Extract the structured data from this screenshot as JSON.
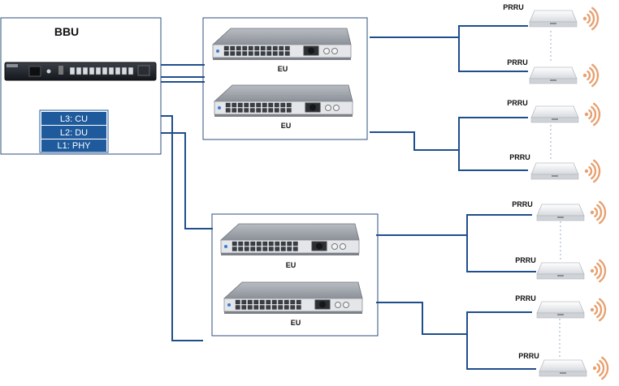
{
  "bbu": {
    "title": "BBU",
    "layers": [
      "L3: CU",
      "L2: DU",
      "L1: PHY"
    ]
  },
  "eu_label": "EU",
  "prru_label": "PRRU",
  "colors": {
    "link": "#1f4e8c",
    "layer_fill": "#1e5a9c",
    "box_border": "#2e4f7c",
    "wifi": "#e8a070",
    "dotted": "#a9b9d4"
  },
  "icons": {
    "bbu_device": "rack-unit-icon",
    "eu_device": "switch-icon",
    "prru_device": "access-point-icon",
    "signal": "wireless-signal-icon"
  }
}
